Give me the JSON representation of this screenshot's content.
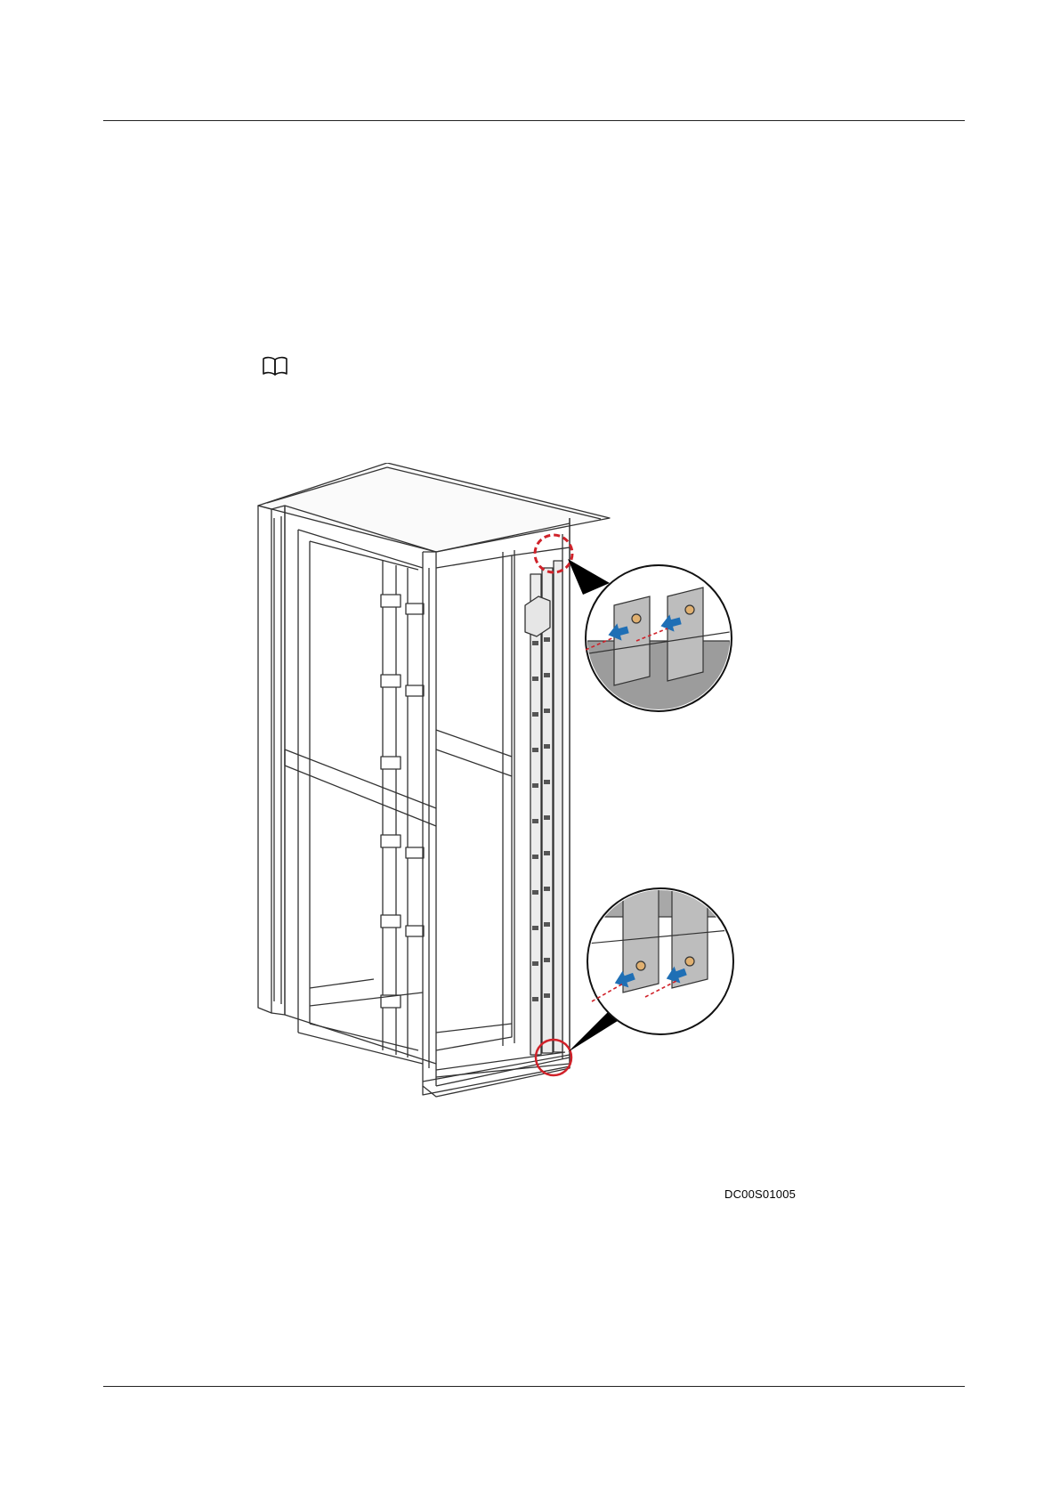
{
  "page": {
    "note_icon": "book-icon",
    "figure": {
      "subject": "cabinet-with-vertical-pdu-icon",
      "detail_callouts": [
        "top-mounting-detail",
        "bottom-mounting-detail"
      ],
      "figure_id": "DC00S01005",
      "colors": {
        "line": "#222222",
        "highlight_circle": "#d0222a",
        "arrow": "#1f6fb5",
        "bracket_fill": "#b9b9b9"
      }
    }
  }
}
